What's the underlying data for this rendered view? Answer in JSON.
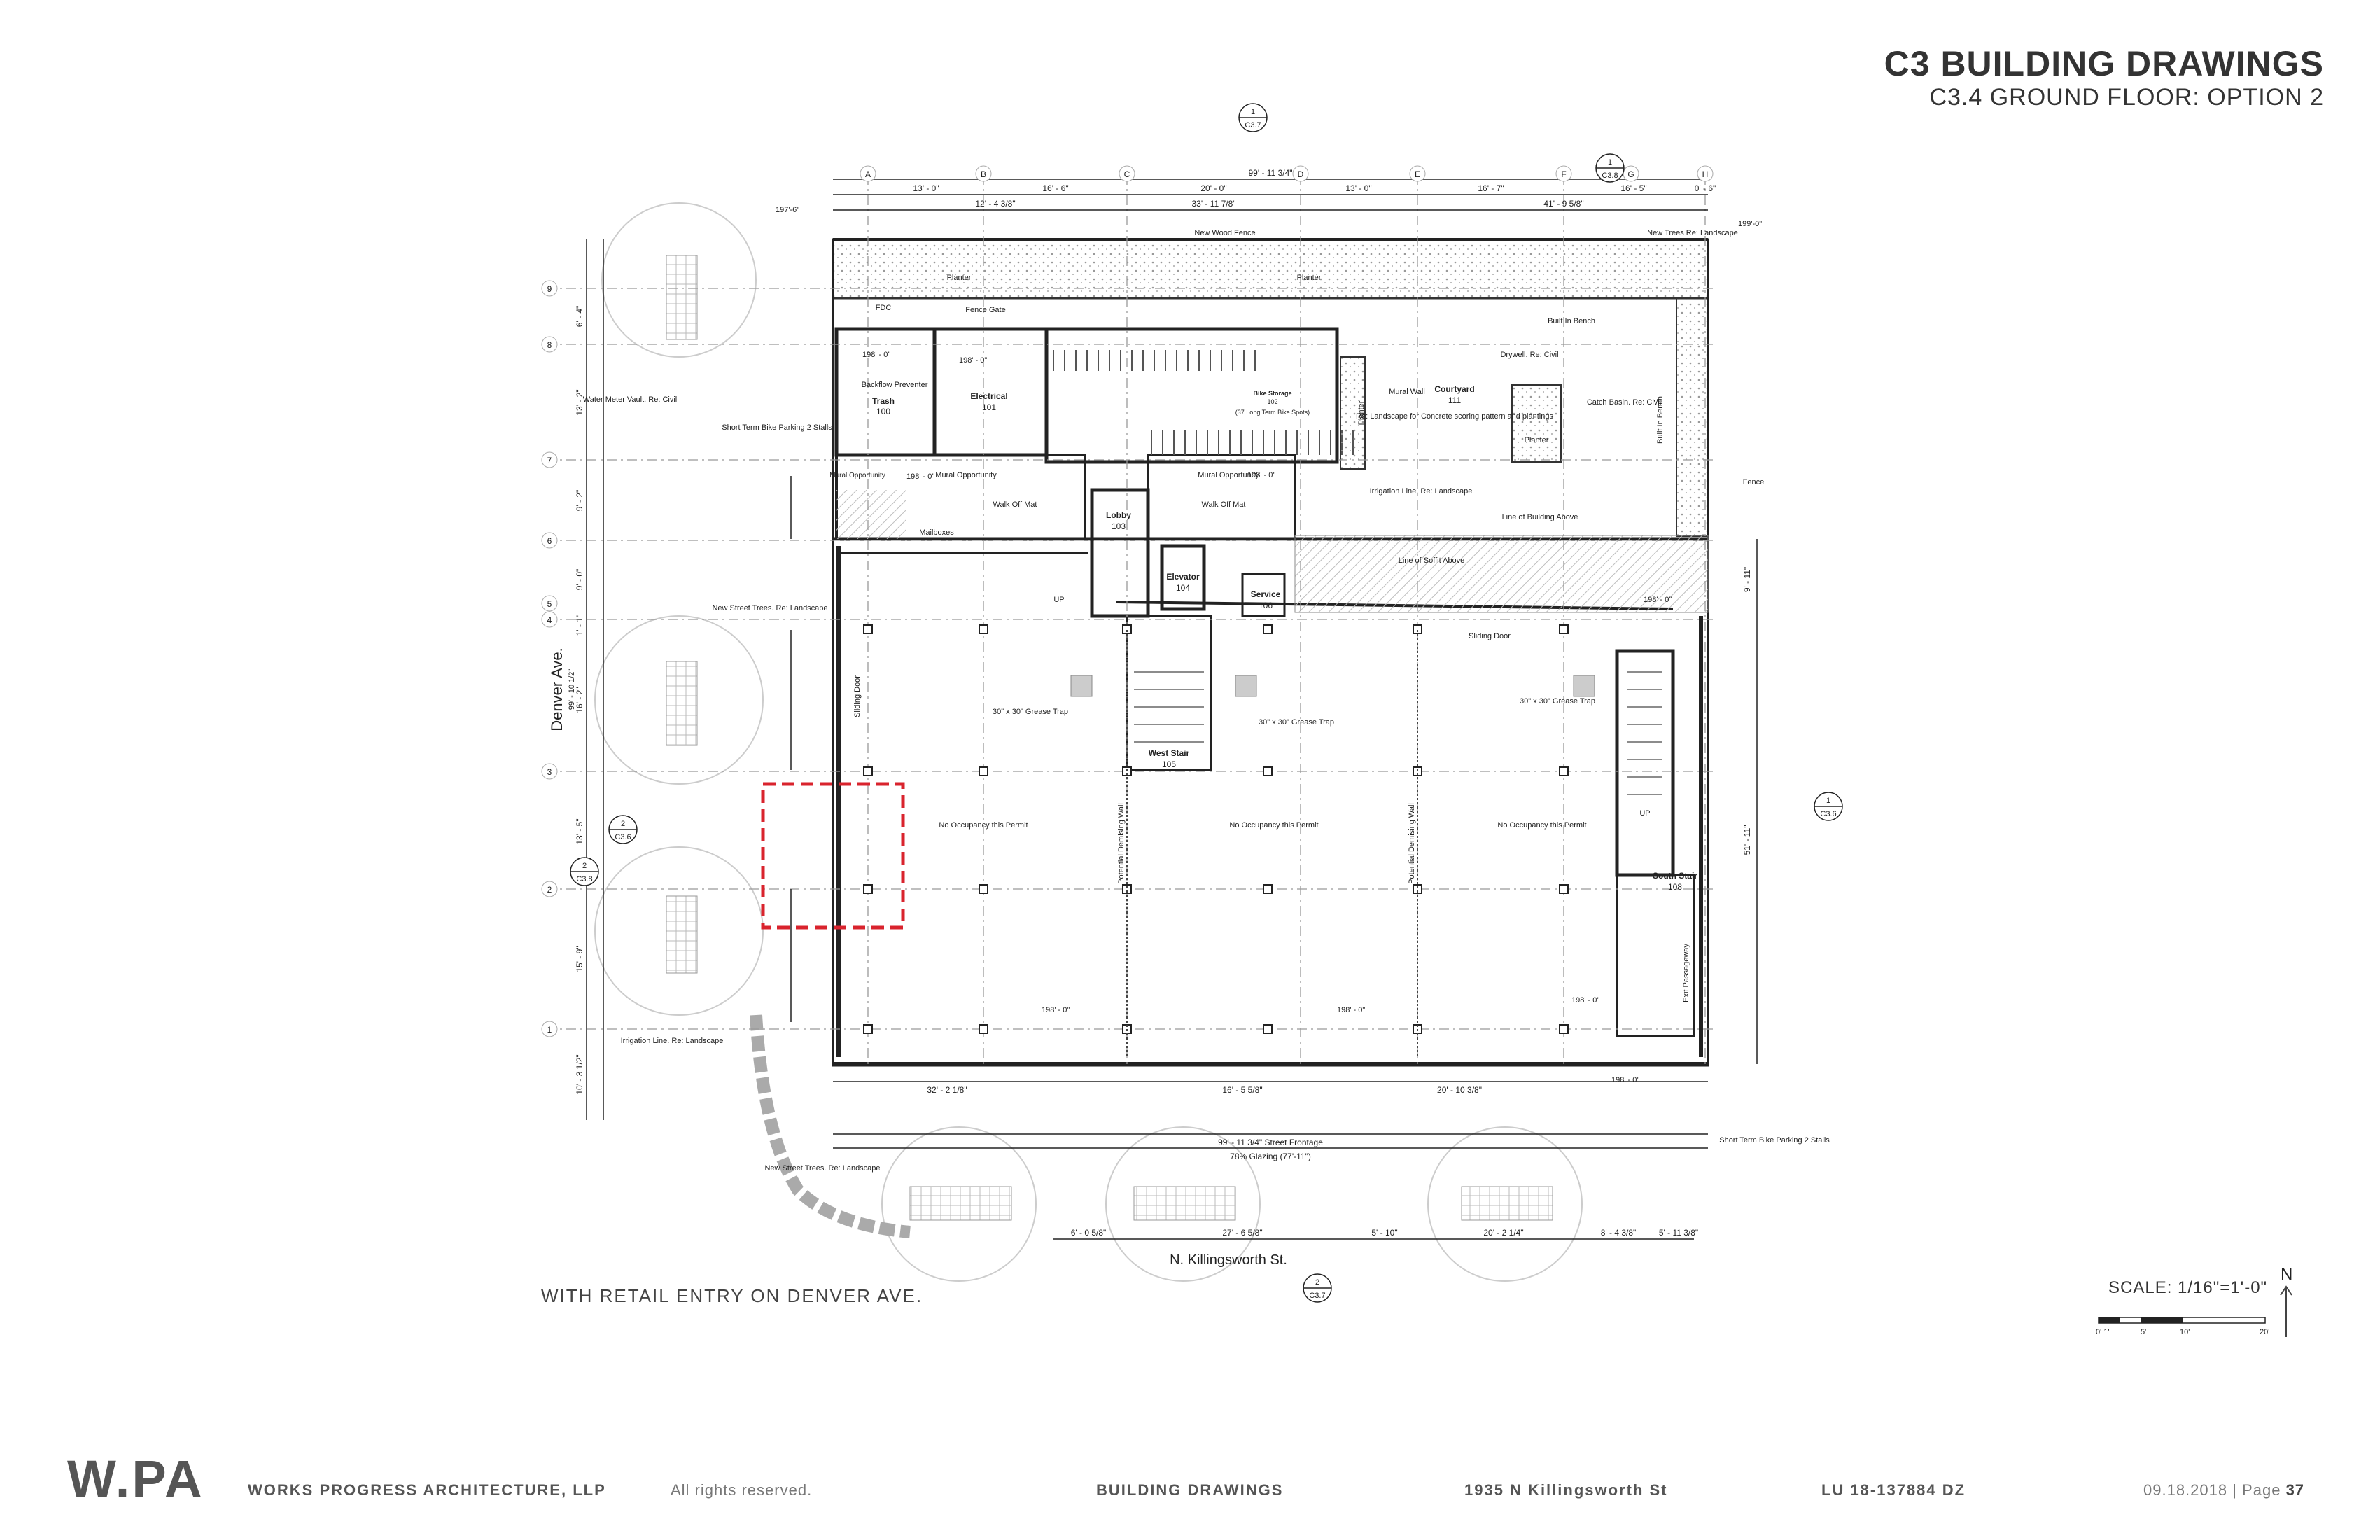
{
  "header": {
    "title": "C3 BUILDING DRAWINGS",
    "subtitle": "C3.4 GROUND FLOOR: OPTION 2"
  },
  "plan": {
    "street_left": "Denver Ave.",
    "street_left_width": "99' - 10 1/2\"",
    "street_bottom": "N. Killingsworth St.",
    "overall_width": "99' - 11 3/4\"",
    "top_dims": [
      "13' - 0\"",
      "16' - 6\"",
      "20' - 0\"",
      "13' - 0\"",
      "16' - 7\"",
      "16' - 5\"",
      "0' - 6\""
    ],
    "top_dims_2": [
      "12' - 4 3/8\"",
      "33' - 11 7/8\"",
      "41' - 9 5/8\""
    ],
    "grid_cols": [
      "A",
      "B",
      "C",
      "D",
      "E",
      "F",
      "G",
      "H"
    ],
    "grid_rows": [
      "9",
      "8",
      "7",
      "6",
      "5",
      "4",
      "3",
      "2",
      "1"
    ],
    "left_dims": [
      "6' - 4\"",
      "13' - 2\"",
      "9' - 2\"",
      "9' - 0\"",
      "1' - 1\"",
      "16' - 2\"",
      "13' - 5\"",
      "15' - 9\"",
      "10' - 3 1/2\""
    ],
    "bottom_dims": [
      "32' - 2 1/8\"",
      "16' - 5 5/8\"",
      "20' - 10 3/8\""
    ],
    "bottom_dims_2": [
      "6' - 0 5/8\"",
      "27' - 6 5/8\"",
      "5' - 10\"",
      "20' - 2 1/4\"",
      "8' - 4 3/8\"",
      "5' - 11 3/8\""
    ],
    "street_frontage": "99' - 11 3/4\" Street Frontage",
    "glazing": "78% Glazing (77'-11\")",
    "right_dims": [
      "9' - 11\"",
      "51' - 11\""
    ],
    "elevations": [
      "198' - 0\"",
      "199'-0\"",
      "197'-6\""
    ],
    "rooms": [
      {
        "name": "Trash",
        "num": "100"
      },
      {
        "name": "Electrical",
        "num": "101"
      },
      {
        "name": "Bike Storage",
        "num": "102"
      },
      {
        "name": "Lobby",
        "num": "103"
      },
      {
        "name": "Elevator",
        "num": "104"
      },
      {
        "name": "West Stair",
        "num": "105"
      },
      {
        "name": "Service",
        "num": "106"
      },
      {
        "name": "South Stair",
        "num": "108"
      },
      {
        "name": "Courtyard",
        "num": "111"
      }
    ],
    "notes": {
      "planter": "Planter",
      "new_wood_fence": "New Wood Fence",
      "new_trees": "New Trees Re: Landscape",
      "fdc": "FDC",
      "fence_gate": "Fence Gate",
      "backflow": "Backflow Preventer",
      "water_meter": "Water Meter Vault. Re: Civil",
      "short_term_bike": "Short Term Bike Parking 2 Stalls",
      "mural_opportunity": "Mural Opportunity",
      "walk_off_mat": "Walk Off Mat",
      "mailboxes": "Mailboxes",
      "mural_wall": "Mural Wall",
      "built_in_bench": "Built In Bench",
      "drywell": "Drywell. Re: Civil",
      "catch_basin": "Catch Basin. Re: Civil",
      "courtyard_landscape": "Re: Landscape for Concrete scoring pattern and plantings",
      "irrigation": "Irrigation Line. Re: Landscape",
      "line_building_above": "Line of Building Above",
      "line_soffit_above": "Line of Soffit Above",
      "fence": "Fence",
      "sliding_door": "Sliding Door",
      "grease_trap": "30\" x 30\" Grease Trap",
      "no_occupancy": "No Occupancy this Permit",
      "demising_wall": "Potential Demising Wall",
      "new_street_trees": "New Street Trees. Re: Landscape",
      "exit_passageway": "Exit Passageway",
      "up": "UP",
      "bike_spots": "(37 Long Term Bike Spots)"
    },
    "callouts": [
      {
        "num": "1",
        "sheet": "C3.7"
      },
      {
        "num": "1",
        "sheet": "C3.8"
      },
      {
        "num": "1",
        "sheet": "C3.6"
      },
      {
        "num": "2",
        "sheet": "C3.6"
      },
      {
        "num": "2",
        "sheet": "C3.8"
      },
      {
        "num": "2",
        "sheet": "C3.7"
      }
    ]
  },
  "caption": "WITH RETAIL ENTRY ON DENVER AVE.",
  "scale": {
    "label": "SCALE: 1/16\"=1'-0\"",
    "north": "N",
    "ticks": [
      "0' 1'",
      "5'",
      "10'",
      "20'"
    ]
  },
  "footer": {
    "logo": "W.PA",
    "firm": "WORKS PROGRESS ARCHITECTURE, LLP",
    "rights": "All rights reserved.",
    "section": "BUILDING DRAWINGS",
    "address": "1935 N Killingsworth St",
    "case_no": "LU 18-137884 DZ",
    "date_page": "09.18.2018  |  Page",
    "page": "37"
  },
  "colors": {
    "highlight": "#d9232d",
    "lines": "#222222",
    "grid": "#999999",
    "hatch": "#cfcfcf"
  }
}
